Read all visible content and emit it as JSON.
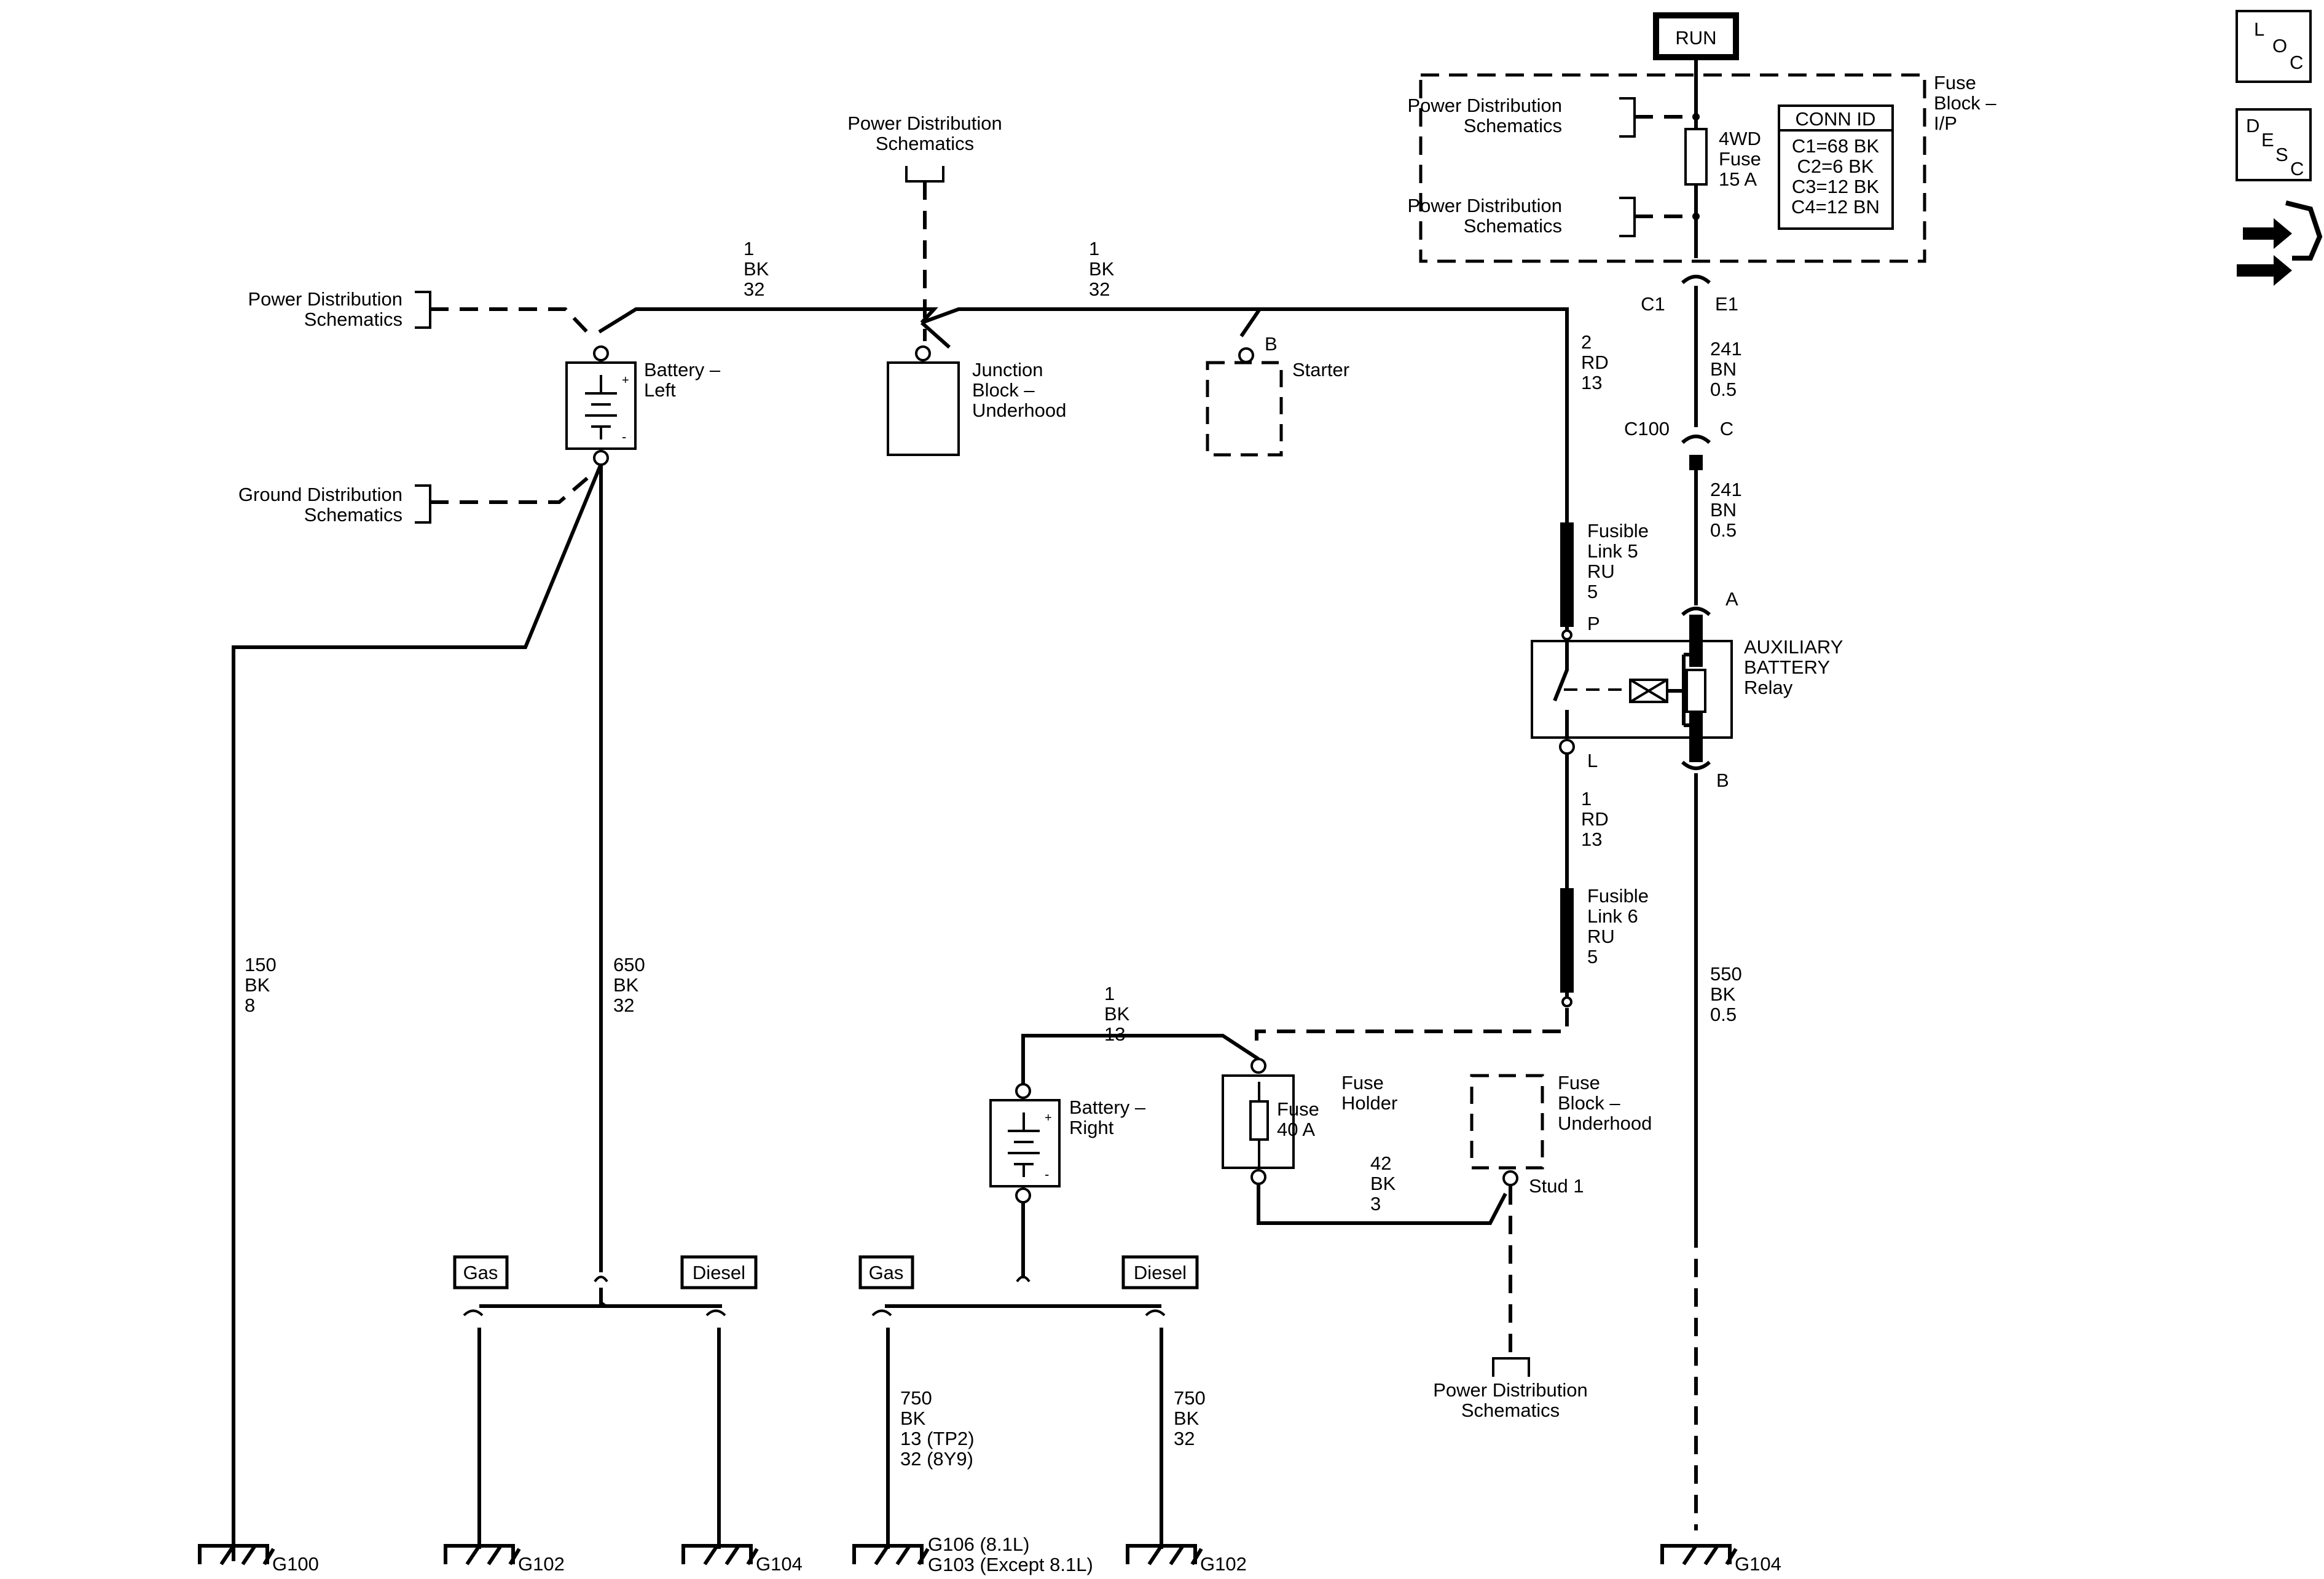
{
  "run_label": "RUN",
  "fuse_block_ip": {
    "title_lines": [
      "Fuse",
      "Block –",
      "I/P"
    ],
    "pds_top_lines": [
      "Power Distribution",
      "Schematics"
    ],
    "pds_bottom_lines": [
      "Power Distribution",
      "Schematics"
    ],
    "fuse_lines": [
      "4WD",
      "Fuse",
      "15 A"
    ],
    "conn_id_title": "CONN ID",
    "conn_ids": [
      "C1=68 BK",
      "C2=6 BK",
      "C3=12 BK",
      "C4=12 BN"
    ]
  },
  "connectors": {
    "c1": "C1",
    "e1": "E1",
    "c100": "C100",
    "c": "C",
    "a": "A",
    "b": "B",
    "p": "P",
    "l": "L",
    "starter_b": "B"
  },
  "wires": {
    "w_241_top": [
      "241",
      "BN",
      "0.5"
    ],
    "w_241_mid": [
      "241",
      "BN",
      "0.5"
    ],
    "w_550": [
      "550",
      "BK",
      "0.5"
    ],
    "w_1bk32_a": [
      "1",
      "BK",
      "32"
    ],
    "w_1bk32_b": [
      "1",
      "BK",
      "32"
    ],
    "w_2rd13": [
      "2",
      "RD",
      "13"
    ],
    "w_1rd13": [
      "1",
      "RD",
      "13"
    ],
    "w_150": [
      "150",
      "BK",
      "8"
    ],
    "w_650": [
      "650",
      "BK",
      "32"
    ],
    "w_1bk13": [
      "1",
      "BK",
      "13"
    ],
    "w_42bk3": [
      "42",
      "BK",
      "3"
    ],
    "w_750_left": [
      "750",
      "BK",
      "13 (TP2)",
      "32 (8Y9)"
    ],
    "w_750_right": [
      "750",
      "BK",
      "32"
    ]
  },
  "components": {
    "pds_left_lines": [
      "Power Distribution",
      "Schematics"
    ],
    "gds_left_lines": [
      "Ground Distribution",
      "Schematics"
    ],
    "pds_center_lines": [
      "Power Distribution",
      "Schematics"
    ],
    "pds_stud_lines": [
      "Power Distribution",
      "Schematics"
    ],
    "battery_left_lines": [
      "Battery –",
      "Left"
    ],
    "junction_block_lines": [
      "Junction",
      "Block –",
      "Underhood"
    ],
    "starter": "Starter",
    "fusible_link5_lines": [
      "Fusible",
      "Link 5",
      "RU",
      "5"
    ],
    "fusible_link6_lines": [
      "Fusible",
      "Link 6",
      "RU",
      "5"
    ],
    "aux_relay_lines": [
      "AUXILIARY",
      "BATTERY",
      "Relay"
    ],
    "battery_right_lines": [
      "Battery –",
      "Right"
    ],
    "fuse_holder_lines": [
      "Fuse",
      "Holder"
    ],
    "fuse40_lines": [
      "Fuse",
      "40 A"
    ],
    "fuse_block_uh_lines": [
      "Fuse",
      "Block –",
      "Underhood"
    ],
    "stud1": "Stud 1"
  },
  "options": {
    "gas_left": "Gas",
    "diesel_left": "Diesel",
    "gas_right": "Gas",
    "diesel_right": "Diesel"
  },
  "grounds": {
    "g100": "G100",
    "g102_left": "G102",
    "g104_left": "G104",
    "g106_lines": [
      "G106 (8.1L)",
      "G103 (Except 8.1L)"
    ],
    "g102_right": "G102",
    "g104_right": "G104"
  },
  "nav": {
    "loc_letters": [
      "L",
      "O",
      "C"
    ],
    "desc_letters": [
      "D",
      "E",
      "S",
      "C"
    ],
    "icon_names": [
      "loc-icon",
      "desc-icon",
      "connector-repair-icon"
    ]
  }
}
